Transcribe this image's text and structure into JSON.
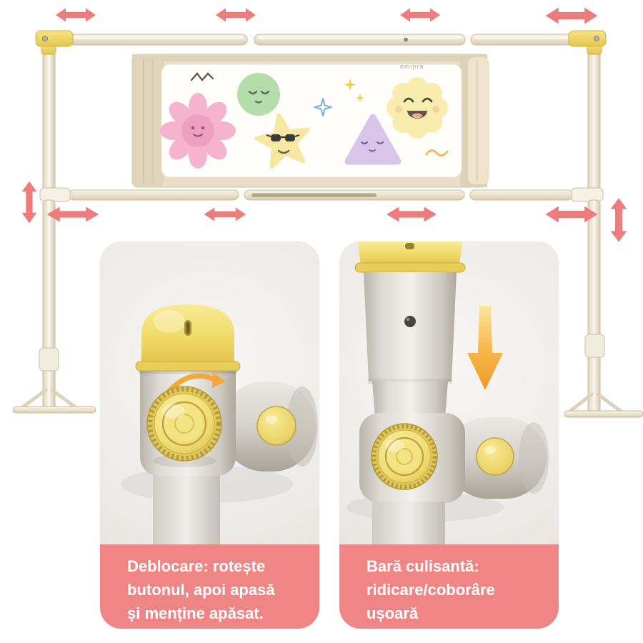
{
  "panel": {
    "brand": "emipra"
  },
  "cards": [
    {
      "id": "unlock",
      "caption_lines": [
        "Deblocare: rotește",
        "butonul, apoi apasă",
        "și menține apăsat."
      ]
    },
    {
      "id": "slide",
      "caption_lines": [
        "Bară culisantă:",
        "ridicare/coborâre",
        "ușoară"
      ]
    }
  ],
  "icons": {
    "horizontal_double_arrow": "↔",
    "vertical_double_arrow": "↕",
    "rotate_arrow": "⟳",
    "down_arrow": "↓"
  },
  "colors": {
    "arrow_pink": "#ed7d7d",
    "caption_bg": "#f08585",
    "accent_yellow": "#f0d75a",
    "frame_beige": "#e8dec7"
  }
}
